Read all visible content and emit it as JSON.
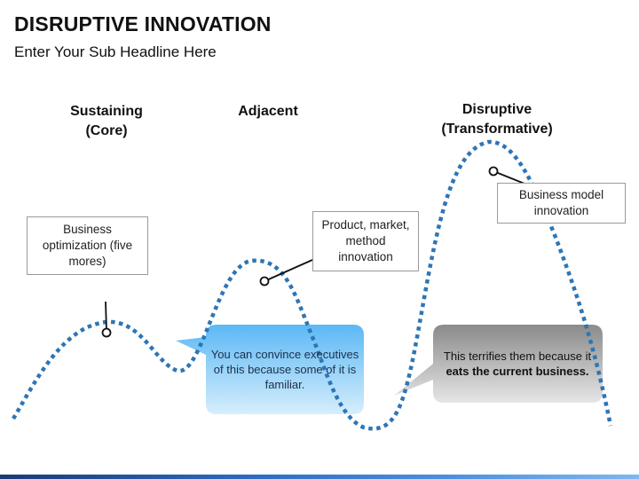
{
  "header": {
    "title": "DISRUPTIVE INNOVATION",
    "subtitle": "Enter Your Sub Headline Here"
  },
  "stages": {
    "sustaining": [
      "Sustaining",
      "(Core)"
    ],
    "adjacent": [
      "Adjacent"
    ],
    "disruptive": [
      "Disruptive",
      "(Transformative)"
    ]
  },
  "callouts": {
    "business_optimization": "Business optimization (five mores)",
    "product_market": "Product, market, method innovation",
    "business_model": "Business model innovation"
  },
  "bubbles": {
    "convince": {
      "text": "You can convince executives of this because some of it is familiar."
    },
    "terrifies": {
      "text": "This terrifies them because it",
      "bold_text": "eats the current business."
    }
  },
  "colors": {
    "curve": "#2e75b6",
    "blue_bubble_top": "#5bb8f5",
    "blue_bubble_bottom": "#d6eefc",
    "gray_bubble_top": "#8a8a8a",
    "gray_bubble_bottom": "#e6e6e6"
  }
}
